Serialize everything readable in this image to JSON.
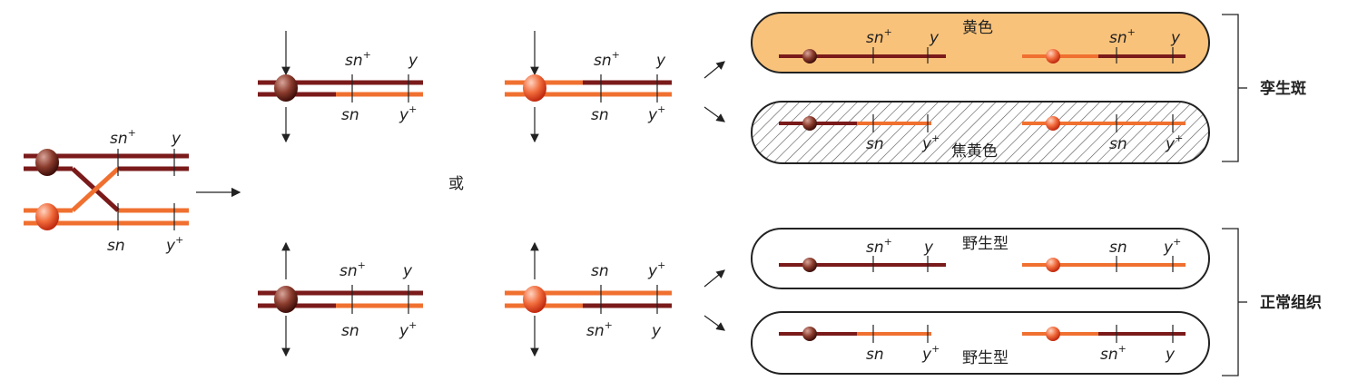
{
  "colors": {
    "dark_chromosome": "#7a1a1a",
    "light_chromosome": "#f07030",
    "yellow_cell": "#f9c27a",
    "outline": "#222222"
  },
  "labels": {
    "sn_plus": "sn",
    "sn": "sn",
    "y": "y",
    "y_plus": "y",
    "plus_sign": "+",
    "or": "或",
    "yellow": "黄色",
    "singed": "焦黄色",
    "wild_type": "野生型",
    "twin_spot": "孪生斑",
    "normal_tissue": "正常组织"
  }
}
